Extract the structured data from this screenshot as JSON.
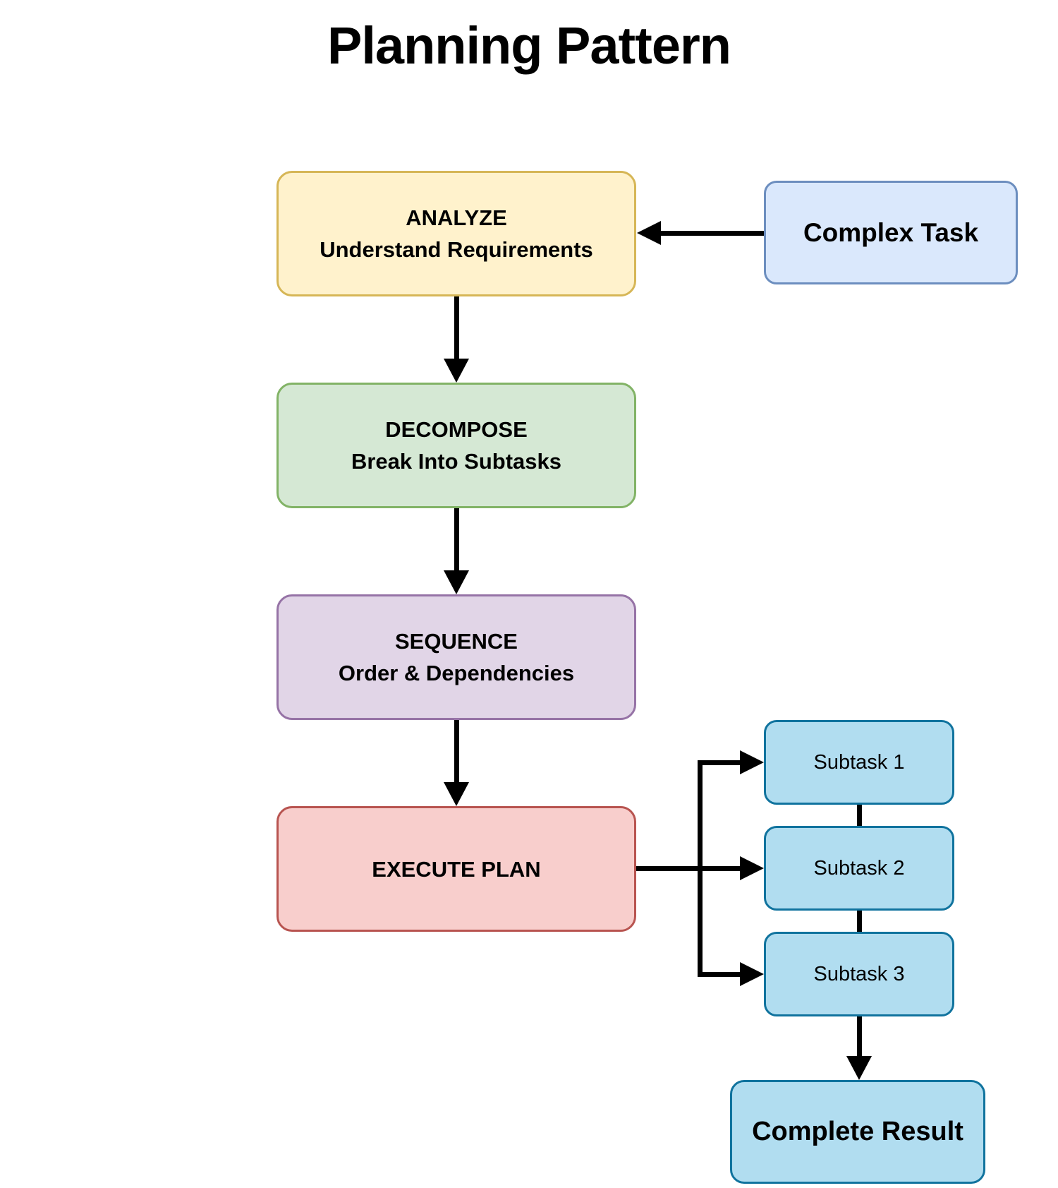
{
  "title": "Planning Pattern",
  "nodes": {
    "analyze": {
      "line1": "ANALYZE",
      "line2": "Understand Requirements"
    },
    "decompose": {
      "line1": "DECOMPOSE",
      "line2": "Break Into Subtasks"
    },
    "sequence": {
      "line1": "SEQUENCE",
      "line2": "Order & Dependencies"
    },
    "execute": {
      "label": "EXECUTE PLAN"
    },
    "complex_task": {
      "label": "Complex Task"
    },
    "subtask1": {
      "label": "Subtask 1"
    },
    "subtask2": {
      "label": "Subtask 2"
    },
    "subtask3": {
      "label": "Subtask 3"
    },
    "complete_result": {
      "label": "Complete Result"
    }
  },
  "edges": [
    "complex_task -> analyze",
    "analyze -> decompose",
    "decompose -> sequence",
    "sequence -> execute",
    "execute -> subtask1",
    "execute -> subtask2",
    "execute -> subtask3",
    "subtask1 -> subtask2",
    "subtask2 -> subtask3",
    "subtask3 -> complete_result"
  ],
  "colors": {
    "background": "#FFFFFF",
    "text": "#000000",
    "arrow": "#000000",
    "yellow_fill": "#FFF2CC",
    "yellow_border": "#D6B656",
    "green_fill": "#D5E8D4",
    "green_border": "#82B366",
    "purple_fill": "#E1D5E7",
    "purple_border": "#9673A6",
    "red_fill": "#F8CECC",
    "red_border": "#B85450",
    "blue_fill": "#DAE8FC",
    "blue_border": "#6C8EBF",
    "cyan_fill": "#B1DDF0",
    "cyan_border": "#10739E"
  }
}
